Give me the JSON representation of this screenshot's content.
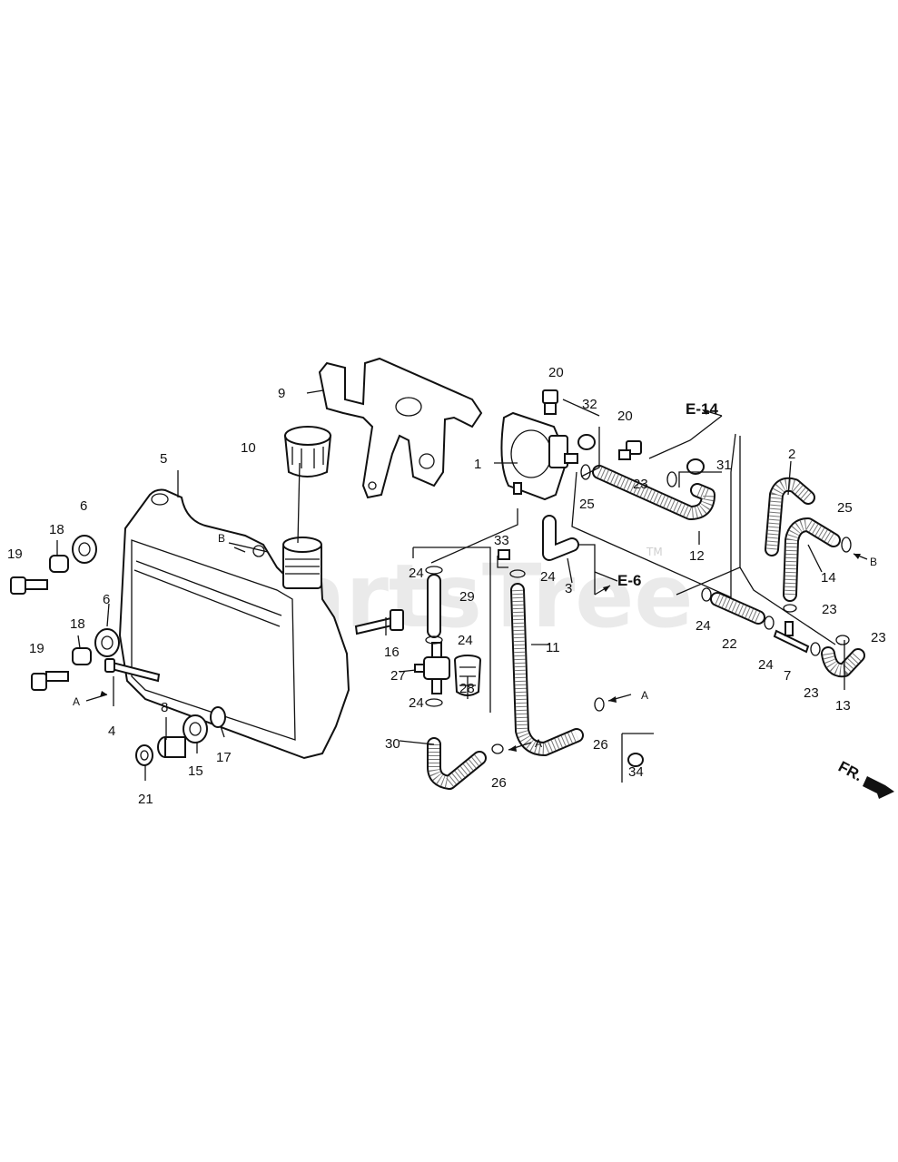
{
  "watermark": "PartsTree",
  "trademark": "TM",
  "front_indicator": "FR.",
  "reference_labels": [
    "E-14",
    "E-6"
  ],
  "direction_letters": [
    "A",
    "B"
  ],
  "callouts": [
    "1",
    "2",
    "3",
    "4",
    "5",
    "6",
    "7",
    "8",
    "9",
    "10",
    "11",
    "12",
    "13",
    "14",
    "15",
    "16",
    "17",
    "18",
    "19",
    "20",
    "21",
    "22",
    "23",
    "24",
    "25",
    "26",
    "27",
    "28",
    "29",
    "30",
    "31",
    "32",
    "33",
    "34"
  ]
}
